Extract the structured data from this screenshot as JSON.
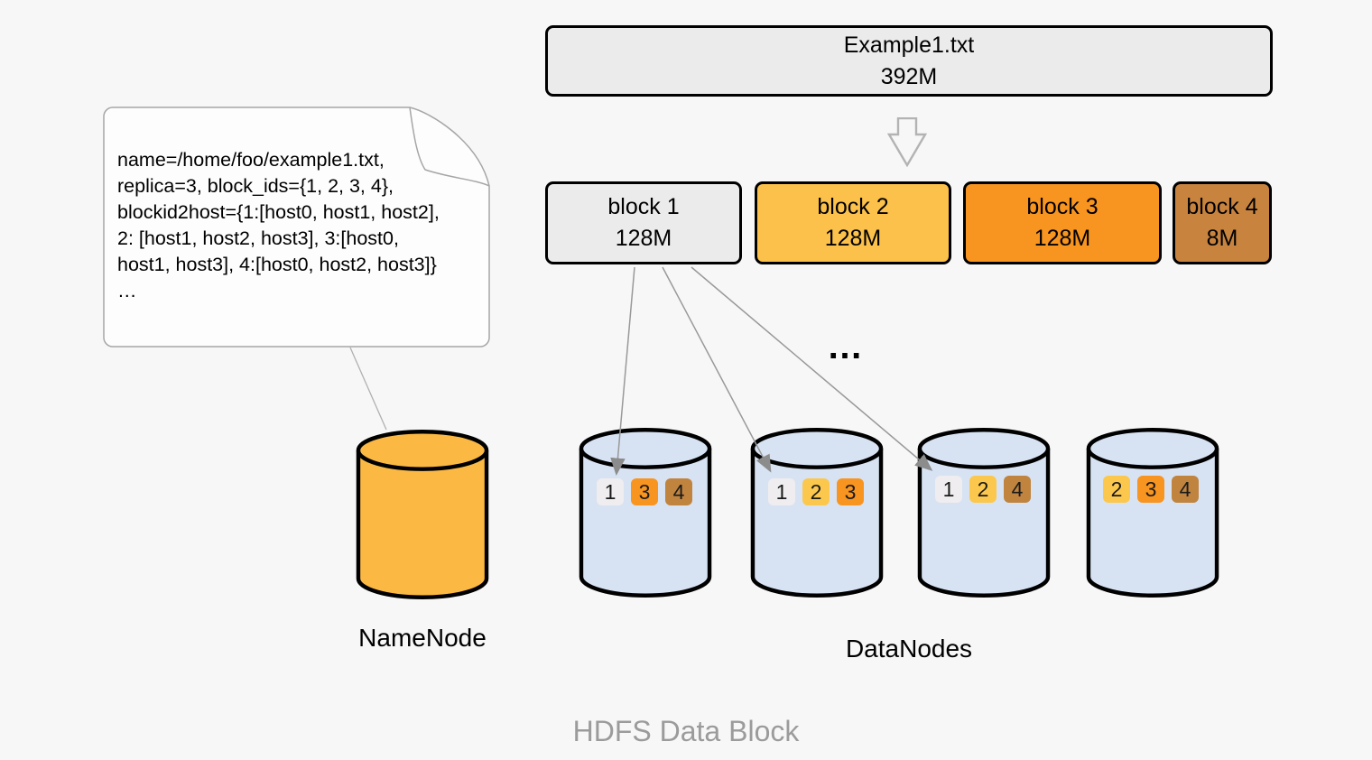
{
  "caption": "HDFS Data Block",
  "ellipsis": "…",
  "file": {
    "name": "Example1.txt",
    "size": "392M",
    "color": "#ebebeb"
  },
  "blocks": [
    {
      "label": "block 1",
      "size": "128M",
      "color": "#ebebeb"
    },
    {
      "label": "block 2",
      "size": "128M",
      "color": "#fbc14a"
    },
    {
      "label": "block 3",
      "size": "128M",
      "color": "#f89420"
    },
    {
      "label": "block 4",
      "size": "8M",
      "color": "#c8833f"
    }
  ],
  "namenode": {
    "label": "NameNode",
    "color": "#fbb843",
    "note": "name=/home/foo/example1.txt,\nreplica=3, block_ids={1, 2, 3, 4},\nblockid2host={1:[host0, host1, host2],\n2: [host1, host2, host3], 3:[host0,\nhost1, host3], 4:[host0, host2, host3]}\n…"
  },
  "datanodes": {
    "label": "DataNodes",
    "cylinder_color": "#d7e3f3",
    "nodes": [
      {
        "chips": [
          {
            "label": "1",
            "color": "#efedef"
          },
          {
            "label": "3",
            "color": "#f89420"
          },
          {
            "label": "4",
            "color": "#c0843f"
          }
        ]
      },
      {
        "chips": [
          {
            "label": "1",
            "color": "#efedef"
          },
          {
            "label": "2",
            "color": "#fbc84d"
          },
          {
            "label": "3",
            "color": "#f89420"
          }
        ]
      },
      {
        "chips": [
          {
            "label": "1",
            "color": "#efedef"
          },
          {
            "label": "2",
            "color": "#fbc84d"
          },
          {
            "label": "4",
            "color": "#c0843f"
          }
        ]
      },
      {
        "chips": [
          {
            "label": "2",
            "color": "#fbc84d"
          },
          {
            "label": "3",
            "color": "#f89420"
          },
          {
            "label": "4",
            "color": "#c0843f"
          }
        ]
      }
    ]
  }
}
